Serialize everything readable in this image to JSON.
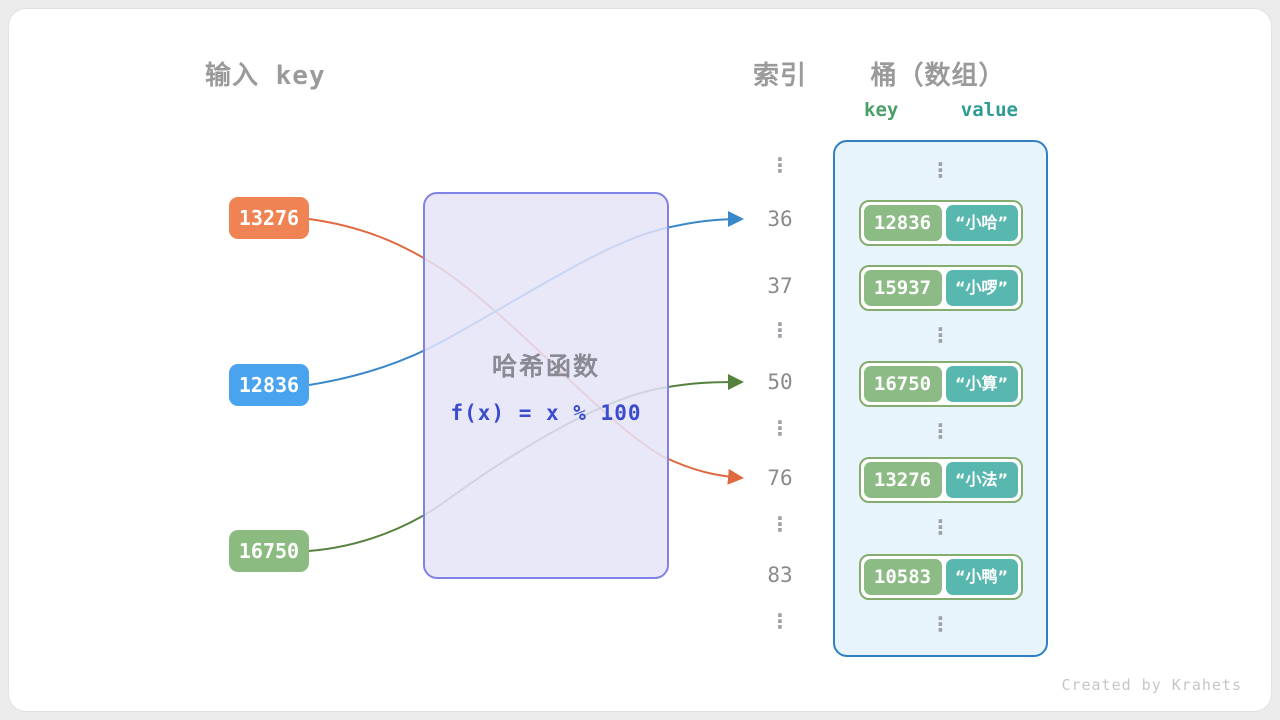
{
  "page": {
    "watermark": "Created by Krahets"
  },
  "headers": {
    "input_key": "输入 key",
    "index": "索引",
    "bucket": "桶（数组）",
    "key_col": "key",
    "value_col": "value"
  },
  "glyphs": {
    "vdots": "⋮"
  },
  "hash_function": {
    "title": "哈希函数",
    "formula": "f(x) = x % 100"
  },
  "inputs": [
    {
      "label": "13276",
      "color": "#ef8353"
    },
    {
      "label": "12836",
      "color": "#4aa3ee"
    },
    {
      "label": "16750",
      "color": "#8cbb82"
    }
  ],
  "indices": [
    "36",
    "37",
    "50",
    "76",
    "83"
  ],
  "buckets": [
    {
      "key": "12836",
      "value": "“小哈”"
    },
    {
      "key": "15937",
      "value": "“小啰”"
    },
    {
      "key": "16750",
      "value": "“小算”"
    },
    {
      "key": "13276",
      "value": "“小法”"
    },
    {
      "key": "10583",
      "value": "“小鸭”"
    }
  ],
  "colors": {
    "arrow_orange": "#e06a3f",
    "arrow_blue": "#3a87c9",
    "arrow_green": "#55823f",
    "hash_box_border": "#8282e6",
    "hash_box_fill": "#e4e4f8",
    "bucket_border": "#2f7fc1",
    "bucket_fill": "#e8f4fb",
    "key_cell_green": "#8cbb85",
    "value_cell_teal": "#58b7ae",
    "formula_blue": "#3b4ccc"
  }
}
